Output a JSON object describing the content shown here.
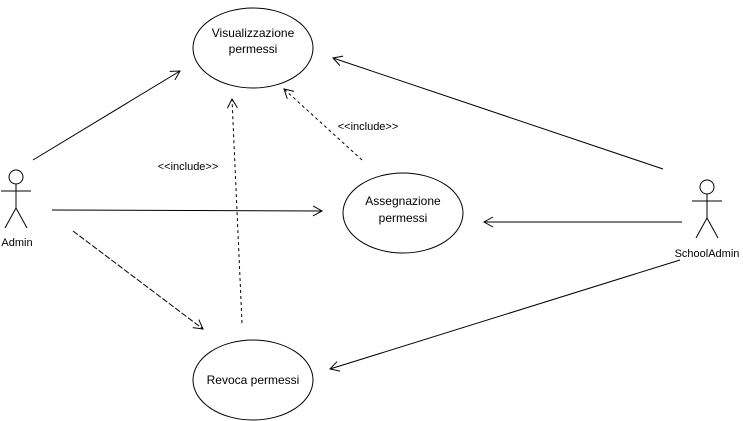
{
  "use_cases": {
    "visualizzazione": {
      "line1": "Visualizzazione",
      "line2": "permessi"
    },
    "assegnazione": {
      "line1": "Assegnazione",
      "line2": "permessi"
    },
    "revoca": {
      "line1": "Revoca permessi"
    }
  },
  "actors": {
    "admin": {
      "label": "Admin"
    },
    "schooladmin": {
      "label": "SchoolAdmin"
    }
  },
  "relations": {
    "include_assegnazione": "<<include>>",
    "include_revoca": "<<include>>"
  }
}
